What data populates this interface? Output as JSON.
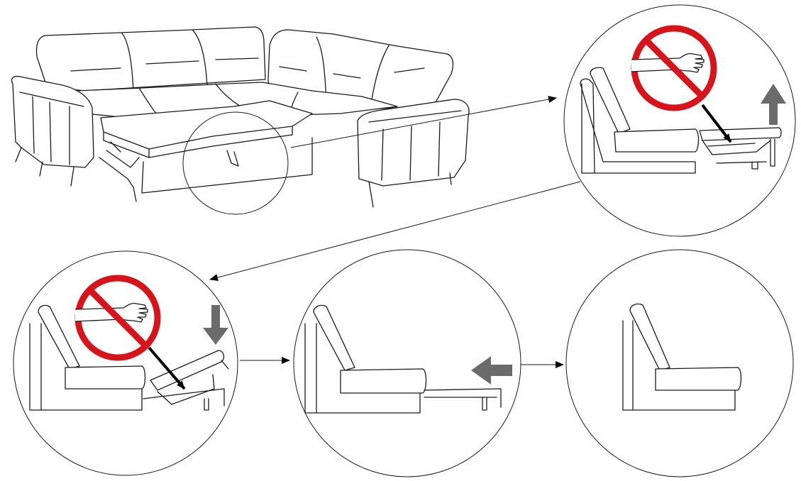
{
  "colors": {
    "background": "#ffffff",
    "line": "#1a1a1a",
    "prohibition_red": "#d7141a",
    "direction_arrow_gray": "#6b6b6b",
    "instruction_arrow_black": "#000000"
  },
  "steps": [
    {
      "id": "step-1",
      "icon": "lift-arrow-up-icon",
      "warning": "no-hand-icon"
    },
    {
      "id": "step-2",
      "icon": "push-arrow-down-icon",
      "warning": "no-hand-icon"
    },
    {
      "id": "step-3",
      "icon": "slide-arrow-left-icon"
    },
    {
      "id": "step-4",
      "icon": "none"
    }
  ]
}
